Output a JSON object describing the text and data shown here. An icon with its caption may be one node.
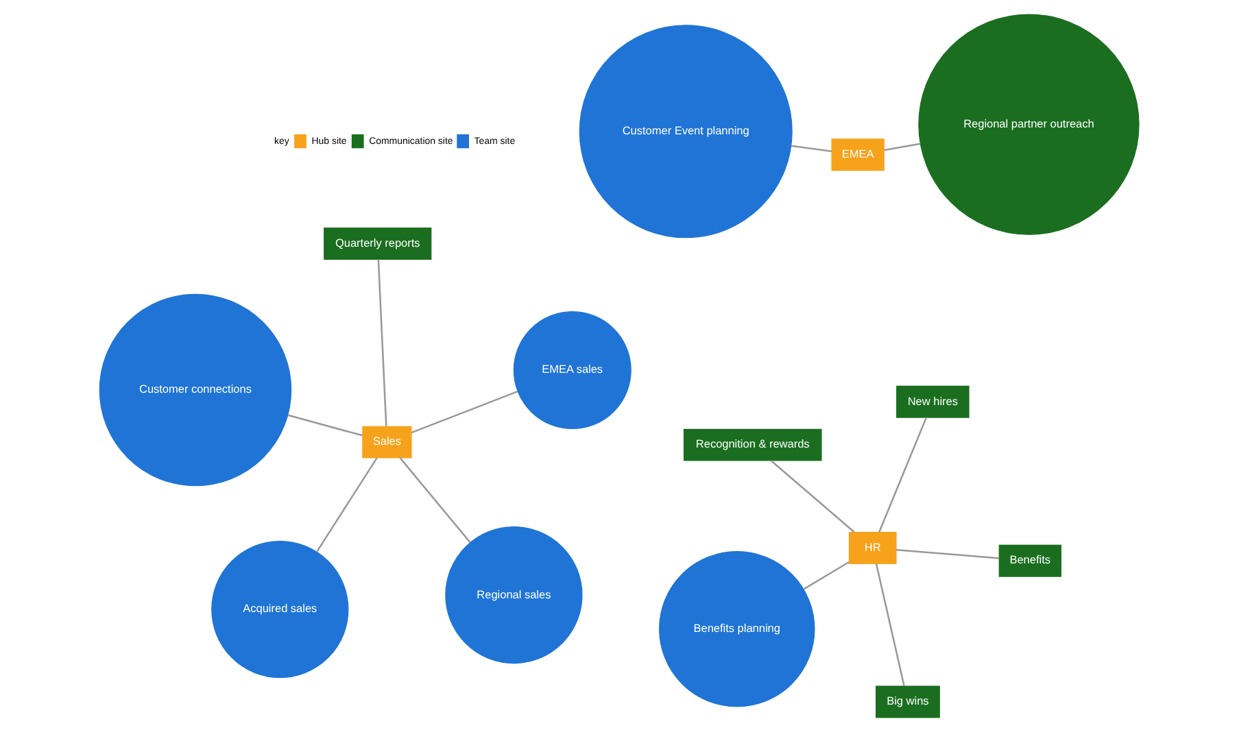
{
  "diagram": {
    "nodes": [
      {
        "text": [
          "Sales"
        ]
      },
      {
        "text": [
          "Regional sales"
        ]
      },
      {
        "text": [
          "Acquired sales"
        ]
      },
      {
        "text": [
          "Customer connections"
        ]
      },
      {
        "text": [
          "EMEA sales"
        ]
      },
      {
        "text": [
          "Quarterly reports"
        ]
      },
      {
        "text": [
          "Benefits planning"
        ]
      },
      {
        "text": [
          "Benefits"
        ]
      },
      {
        "text": [
          "Big wins"
        ]
      },
      {
        "text": [
          "New hires"
        ]
      },
      {
        "text": [
          "HR"
        ]
      },
      {
        "text": [
          "Recognition & rewards"
        ]
      },
      {
        "text": [
          "Customer Event planning"
        ]
      },
      {
        "text": [
          "Regional partner outreach"
        ]
      },
      {
        "text": [
          "EMEA"
        ]
      }
    ],
    "edges": [
      {
        "from": 0,
        "to": 1,
        "arrow": "none"
      },
      {
        "from": 0,
        "to": 2,
        "arrow": "none"
      },
      {
        "from": 0,
        "to": 3,
        "arrow": "none"
      },
      {
        "from": 0,
        "to": 4,
        "arrow": "none"
      },
      {
        "from": 0,
        "to": 5,
        "arrow": "none"
      },
      {
        "from": 10,
        "to": 6,
        "arrow": "none"
      },
      {
        "from": 10,
        "to": 7,
        "arrow": "none"
      },
      {
        "from": 10,
        "to": 8,
        "arrow": "none"
      },
      {
        "from": 10,
        "to": 9,
        "arrow": "none"
      },
      {
        "from": 10,
        "to": 11,
        "arrow": "none"
      },
      {
        "from": 14,
        "to": 12,
        "arrow": "none"
      },
      {
        "from": 14,
        "to": 13,
        "arrow": "none"
      }
    ],
    "labels": [
      "key"
    ],
    "legend": [
      {
        "text": "Hub site",
        "color": "#f7a21b"
      },
      {
        "text": "Communication site",
        "color": "#1b6e20"
      },
      {
        "text": "Team site",
        "color": "#1f74d6"
      }
    ]
  }
}
